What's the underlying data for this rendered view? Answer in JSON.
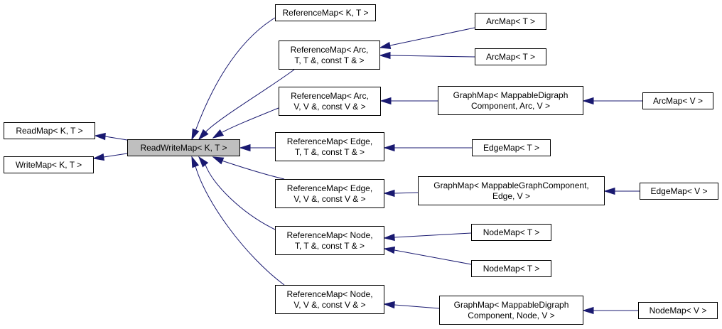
{
  "colors": {
    "edge": "#191970",
    "current_fill": "#bfbfbf",
    "node_border": "#000000"
  },
  "nodes": {
    "readmap": [
      "ReadMap< K, T >"
    ],
    "writemap": [
      "WriteMap< K, T >"
    ],
    "readwritemap": [
      "ReadWriteMap< K, T >"
    ],
    "refmap_kt": [
      "ReferenceMap< K, T >"
    ],
    "refmap_arc_t": [
      "ReferenceMap< Arc,",
      "T, T &, const T & >"
    ],
    "refmap_arc_v": [
      "ReferenceMap< Arc,",
      "V, V &, const V & >"
    ],
    "refmap_edge_t": [
      "ReferenceMap< Edge,",
      "T, T &, const T & >"
    ],
    "refmap_edge_v": [
      "ReferenceMap< Edge,",
      "V, V &, const V & >"
    ],
    "refmap_node_t": [
      "ReferenceMap< Node,",
      "T, T &, const T & >"
    ],
    "refmap_node_v": [
      "ReferenceMap< Node,",
      "V, V &, const V & >"
    ],
    "arcmap_t_1": [
      "ArcMap< T >"
    ],
    "arcmap_t_2": [
      "ArcMap< T >"
    ],
    "graphmap_arc": [
      "GraphMap< MappableDigraph",
      "Component, Arc, V >"
    ],
    "arcmap_v": [
      "ArcMap< V >"
    ],
    "edgemap_t": [
      "EdgeMap< T >"
    ],
    "graphmap_edge": [
      "GraphMap< MappableGraphComponent,",
      "Edge, V >"
    ],
    "edgemap_v": [
      "EdgeMap< V >"
    ],
    "nodemap_t_1": [
      "NodeMap< T >"
    ],
    "nodemap_t_2": [
      "NodeMap< T >"
    ],
    "graphmap_node": [
      "GraphMap< MappableDigraph",
      "Component, Node, V >"
    ],
    "nodemap_v": [
      "NodeMap< V >"
    ]
  },
  "edges": [
    [
      "readwritemap",
      "readmap"
    ],
    [
      "readwritemap",
      "writemap"
    ],
    [
      "refmap_kt",
      "readwritemap"
    ],
    [
      "refmap_arc_t",
      "readwritemap"
    ],
    [
      "refmap_arc_v",
      "readwritemap"
    ],
    [
      "refmap_edge_t",
      "readwritemap"
    ],
    [
      "refmap_edge_v",
      "readwritemap"
    ],
    [
      "refmap_node_t",
      "readwritemap"
    ],
    [
      "refmap_node_v",
      "readwritemap"
    ],
    [
      "arcmap_t_1",
      "refmap_arc_t"
    ],
    [
      "arcmap_t_2",
      "refmap_arc_t"
    ],
    [
      "graphmap_arc",
      "refmap_arc_v"
    ],
    [
      "arcmap_v",
      "graphmap_arc"
    ],
    [
      "edgemap_t",
      "refmap_edge_t"
    ],
    [
      "graphmap_edge",
      "refmap_edge_v"
    ],
    [
      "edgemap_v",
      "graphmap_edge"
    ],
    [
      "nodemap_t_1",
      "refmap_node_t"
    ],
    [
      "nodemap_t_2",
      "refmap_node_t"
    ],
    [
      "graphmap_node",
      "refmap_node_v"
    ],
    [
      "nodemap_v",
      "graphmap_node"
    ]
  ]
}
